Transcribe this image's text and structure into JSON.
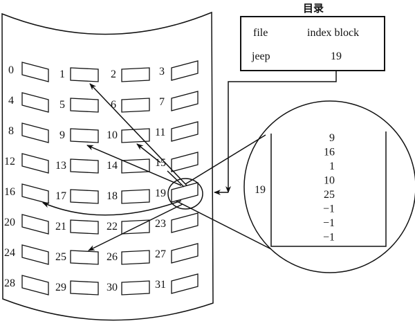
{
  "directory": {
    "title": "目录",
    "columns": [
      "file",
      "index block"
    ],
    "rows": [
      {
        "file": "jeep",
        "index_block": "19"
      }
    ]
  },
  "disk": {
    "blocks": [
      "0",
      "1",
      "2",
      "3",
      "4",
      "5",
      "6",
      "7",
      "8",
      "9",
      "10",
      "11",
      "12",
      "13",
      "14",
      "15",
      "16",
      "17",
      "18",
      "19",
      "20",
      "21",
      "22",
      "23",
      "24",
      "25",
      "26",
      "27",
      "28",
      "29",
      "30",
      "31"
    ],
    "index_block_number": "19",
    "pointed_blocks": [
      "9",
      "16",
      "1",
      "10",
      "25"
    ]
  },
  "index_block": {
    "label": "19",
    "entries": [
      "9",
      "16",
      "1",
      "10",
      "25",
      "−1",
      "−1",
      "−1"
    ]
  }
}
